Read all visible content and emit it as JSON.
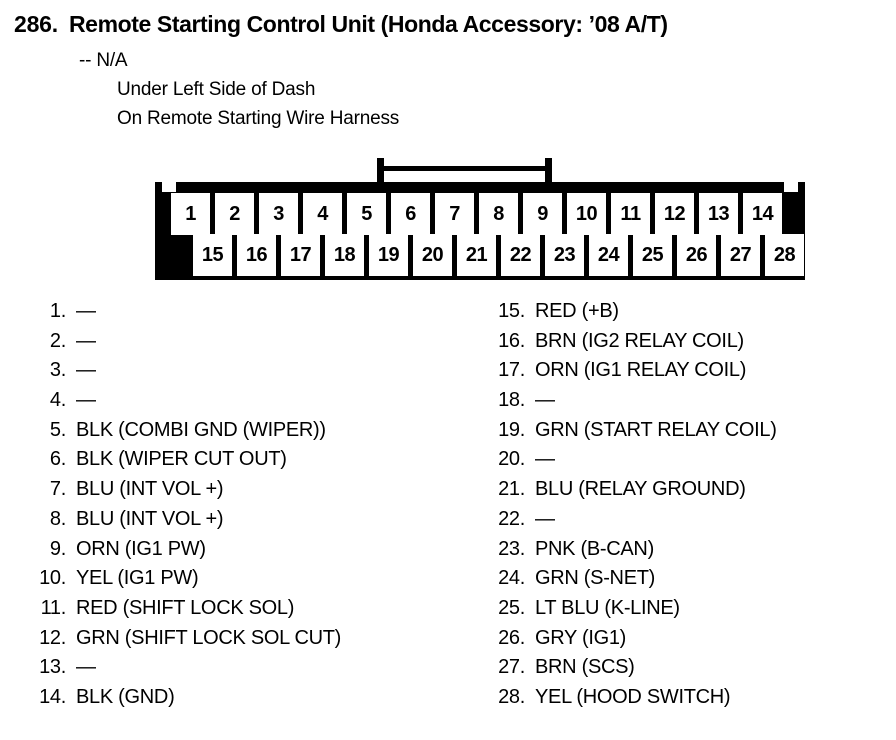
{
  "header": {
    "item_number": "286.",
    "title": "Remote Starting Control Unit (Honda Accessory: ’08 A/T)",
    "connector_ref": "-- N/A",
    "location_line1": "Under Left Side of Dash",
    "location_line2": "On Remote Starting Wire Harness"
  },
  "connector": {
    "total_pins": 28,
    "top_row_pins": [
      "1",
      "2",
      "3",
      "4",
      "5",
      "6",
      "7",
      "8",
      "9",
      "10",
      "11",
      "12",
      "13",
      "14"
    ],
    "bottom_row_pins": [
      "15",
      "16",
      "17",
      "18",
      "19",
      "20",
      "21",
      "22",
      "23",
      "24",
      "25",
      "26",
      "27",
      "28"
    ]
  },
  "pin_list_left": [
    {
      "index": "1.",
      "desc": "—"
    },
    {
      "index": "2.",
      "desc": "—"
    },
    {
      "index": "3.",
      "desc": "—"
    },
    {
      "index": "4.",
      "desc": "—"
    },
    {
      "index": "5.",
      "desc": "BLK (COMBI GND (WIPER))"
    },
    {
      "index": "6.",
      "desc": "BLK (WIPER CUT OUT)"
    },
    {
      "index": "7.",
      "desc": "BLU (INT VOL +)"
    },
    {
      "index": "8.",
      "desc": "BLU (INT VOL +)"
    },
    {
      "index": "9.",
      "desc": "ORN (IG1 PW)"
    },
    {
      "index": "10.",
      "desc": "YEL (IG1 PW)"
    },
    {
      "index": "11.",
      "desc": "RED (SHIFT LOCK SOL)"
    },
    {
      "index": "12.",
      "desc": "GRN (SHIFT LOCK SOL CUT)"
    },
    {
      "index": "13.",
      "desc": "—"
    },
    {
      "index": "14.",
      "desc": "BLK (GND)"
    }
  ],
  "pin_list_right": [
    {
      "index": "15.",
      "desc": "RED (+B)"
    },
    {
      "index": "16.",
      "desc": "BRN (IG2 RELAY COIL)"
    },
    {
      "index": "17.",
      "desc": "ORN (IG1 RELAY COIL)"
    },
    {
      "index": "18.",
      "desc": "—"
    },
    {
      "index": "19.",
      "desc": "GRN (START RELAY COIL)"
    },
    {
      "index": "20.",
      "desc": "—"
    },
    {
      "index": "21.",
      "desc": "BLU (RELAY GROUND)"
    },
    {
      "index": "22.",
      "desc": "—"
    },
    {
      "index": "23.",
      "desc": "PNK (B-CAN)"
    },
    {
      "index": "24.",
      "desc": "GRN (S-NET)"
    },
    {
      "index": "25.",
      "desc": "LT BLU (K-LINE)"
    },
    {
      "index": "26.",
      "desc": "GRY (IG1)"
    },
    {
      "index": "27.",
      "desc": "BRN (SCS)"
    },
    {
      "index": "28.",
      "desc": "YEL (HOOD SWITCH)"
    }
  ],
  "colors": {
    "ink": "#000000",
    "paper": "#ffffff"
  }
}
